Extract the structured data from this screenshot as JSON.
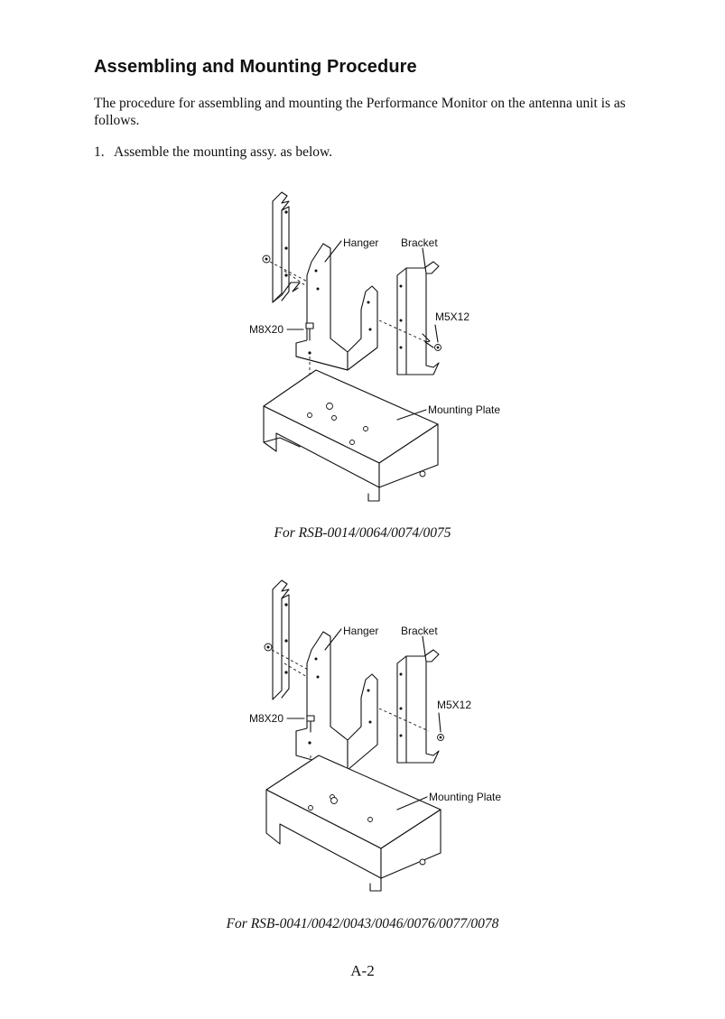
{
  "heading": "Assembling and Mounting Procedure",
  "intro": "The procedure for assembling and mounting the Performance Monitor on the antenna unit is as follows.",
  "step": {
    "number": "1.",
    "text": "Assemble the mounting assy. as below."
  },
  "figures": [
    {
      "labels": {
        "hanger": "Hanger",
        "bracket": "Bracket",
        "bolt_large": "M8X20",
        "bolt_small": "M5X12",
        "plate": "Mounting Plate"
      },
      "caption": "For RSB-0014/0064/0074/0075"
    },
    {
      "labels": {
        "hanger": "Hanger",
        "bracket": "Bracket",
        "bolt_large": "M8X20",
        "bolt_small": "M5X12",
        "plate": "Mounting Plate"
      },
      "caption": "For RSB-0041/0042/0043/0046/0076/0077/0078"
    }
  ],
  "page_number": "A-2"
}
